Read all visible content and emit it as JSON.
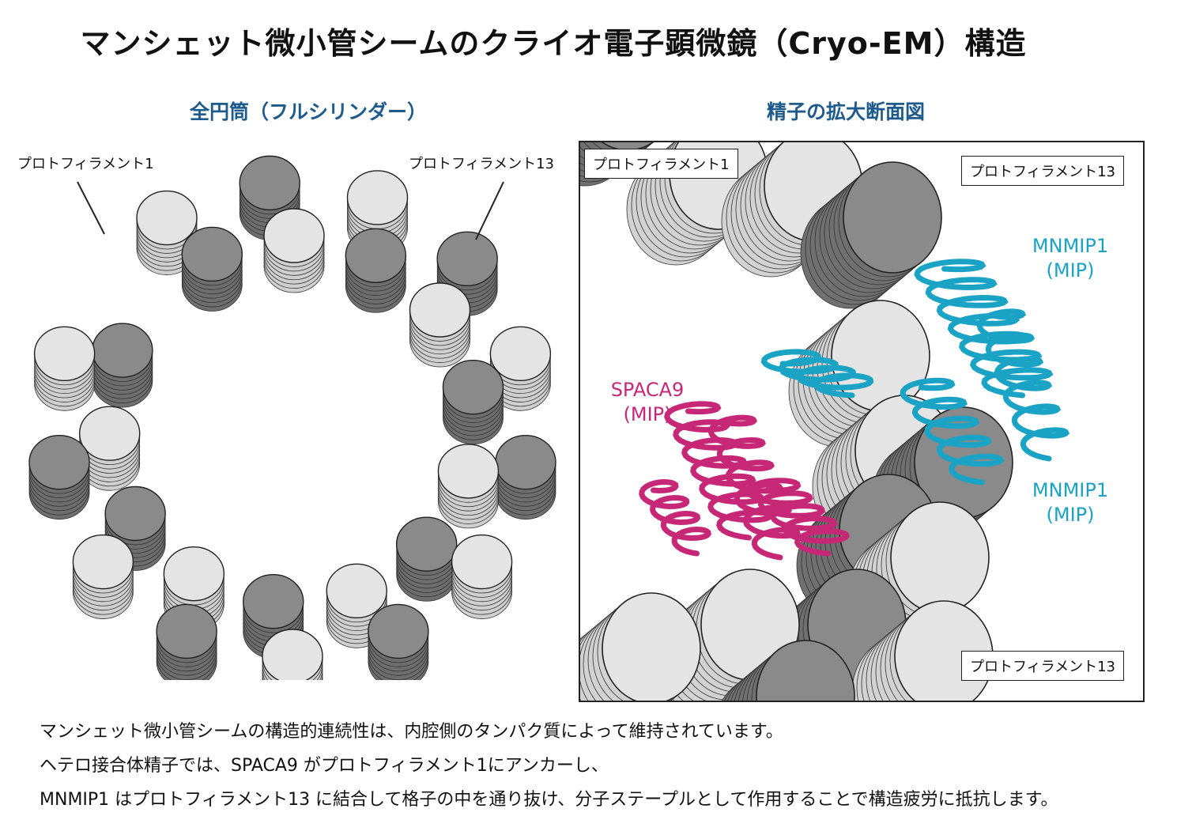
{
  "title": "マンシェット微小管シームのクライオ電子顕微鏡（Cryo-EM）構造",
  "left_panel": {
    "heading": "全円筒（フルシリンダー）",
    "label_pf1": "プロトフィラメント1",
    "label_pf13": "プロトフィラメント13"
  },
  "right_panel": {
    "heading": "精子の拡大断面図",
    "box_pf1": "プロトフィラメント1",
    "box_pf13_top": "プロトフィラメント13",
    "box_pf13_bottom": "プロトフィラメント13",
    "spaca9_name": "SPACA9",
    "spaca9_type": "(MIP)",
    "mnmip1_top_name": "MNMIP1",
    "mnmip1_top_type": "(MIP)",
    "mnmip1_bottom_name": "MNMIP1",
    "mnmip1_bottom_type": "(MIP)"
  },
  "colors": {
    "light_subunit": "#e4e4e4",
    "dark_subunit": "#8a8a8a",
    "mnmip1": "#1aa3c4",
    "spaca9": "#c62877",
    "heading": "#1f5a8c"
  },
  "caption": {
    "line1": "マンシェット微小管シームの構造的連続性は、内腔側のタンパク質によって維持されています。",
    "line2": "ヘテロ接合体精子では、SPACA9 がプロトフィラメント1にアンカーし、",
    "line3": "MNMIP1 はプロトフィラメント13 に結合して格子の中を通り抜け、分子ステープルとして作用することで構造疲労に抵抗します。"
  }
}
